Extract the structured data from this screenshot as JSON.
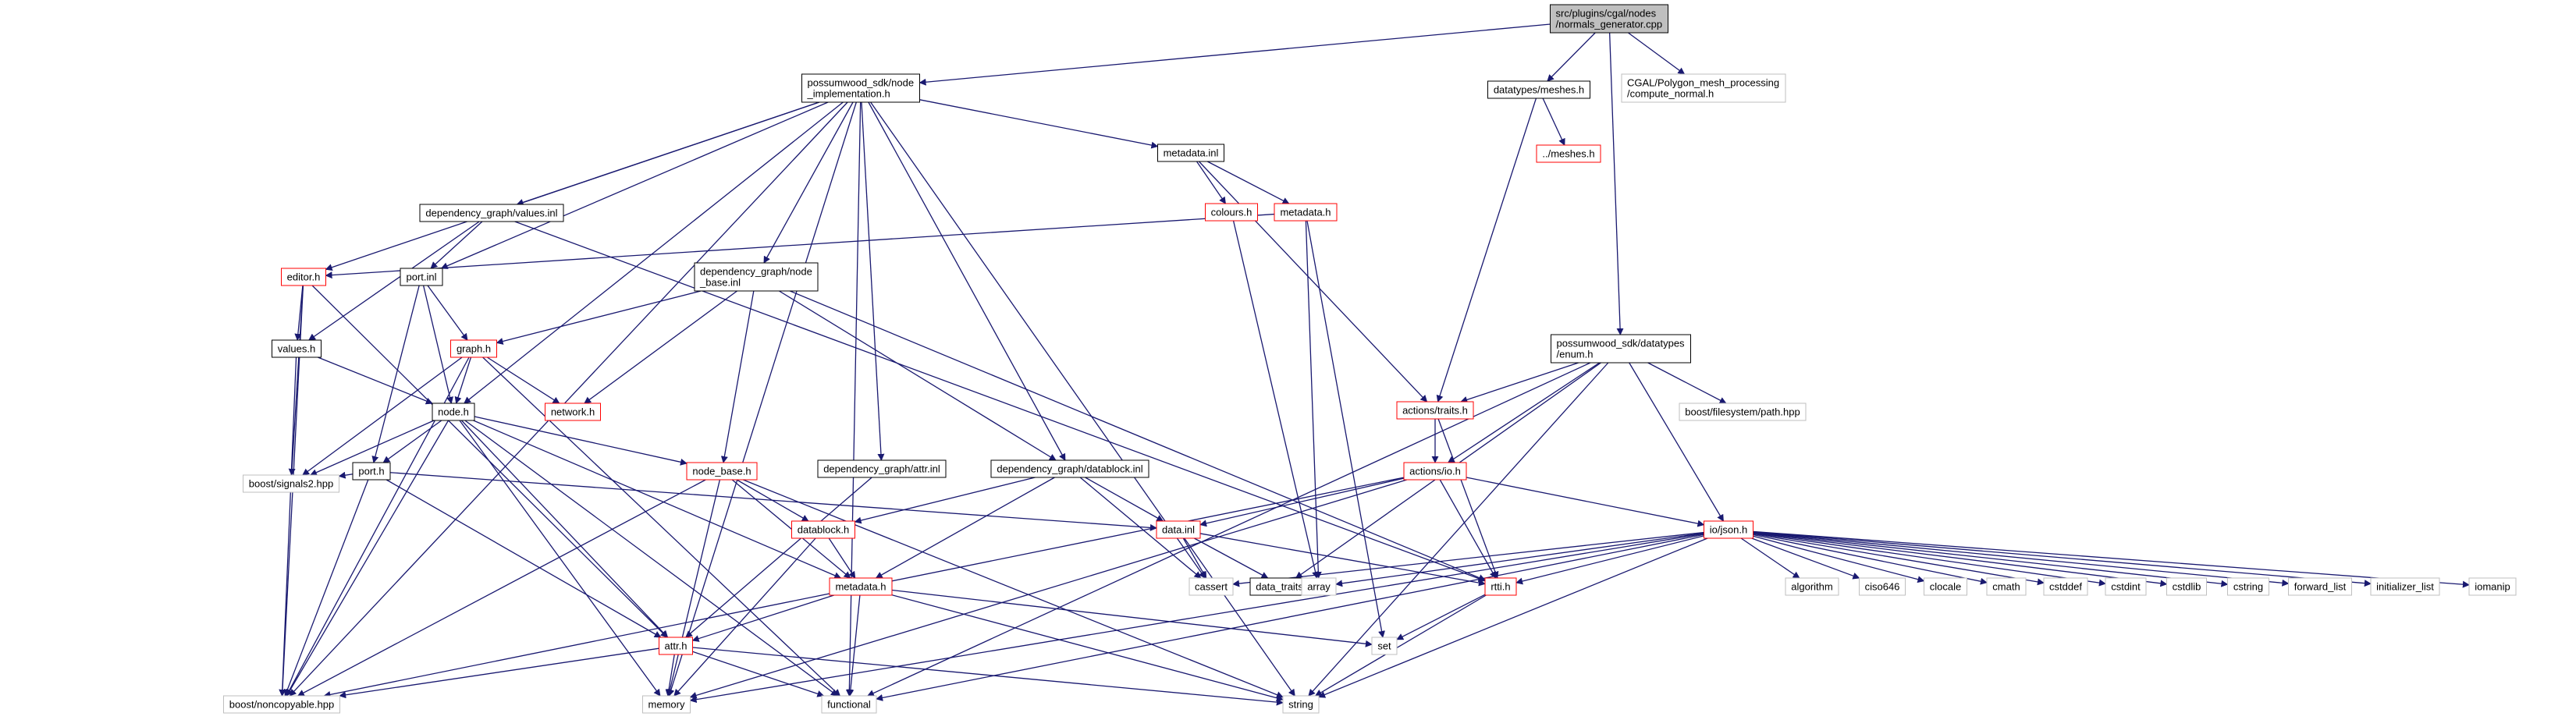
{
  "diagram": {
    "type": "include-dependency-graph",
    "colors": {
      "edge": "#191970",
      "node_root_fill": "#bfbfbf",
      "node_border_documented": "#000000",
      "node_border_incomplete": "#ff0000",
      "node_border_external": "#bfbfbf",
      "node_fill": "#ffffff"
    },
    "nodes": [
      {
        "id": "root",
        "lines": [
          "src/plugins/cgal/nodes",
          "/normals_generator.cpp"
        ],
        "style": "root"
      },
      {
        "id": "nodeimpl",
        "lines": [
          "possumwood_sdk/node",
          "_implementation.h"
        ],
        "style": "doc"
      },
      {
        "id": "dt_meshes",
        "lines": [
          "datatypes/meshes.h"
        ],
        "style": "doc"
      },
      {
        "id": "cgal_norm",
        "lines": [
          "CGAL/Polygon_mesh_processing",
          "/compute_normal.h"
        ],
        "style": "ext"
      },
      {
        "id": "meshes_up",
        "lines": [
          "../meshes.h"
        ],
        "style": "inc"
      },
      {
        "id": "metadata_inl",
        "lines": [
          "metadata.inl"
        ],
        "style": "doc"
      },
      {
        "id": "colours",
        "lines": [
          "colours.h"
        ],
        "style": "inc"
      },
      {
        "id": "metadata_h",
        "lines": [
          "metadata.h"
        ],
        "style": "inc"
      },
      {
        "id": "dg_values",
        "lines": [
          "dependency_graph/values.inl"
        ],
        "style": "doc"
      },
      {
        "id": "editor",
        "lines": [
          "editor.h"
        ],
        "style": "inc"
      },
      {
        "id": "port_inl",
        "lines": [
          "port.inl"
        ],
        "style": "doc"
      },
      {
        "id": "dg_nodebase",
        "lines": [
          "dependency_graph/node",
          "_base.inl"
        ],
        "style": "doc"
      },
      {
        "id": "enum_h",
        "lines": [
          "possumwood_sdk/datatypes",
          "/enum.h"
        ],
        "style": "doc"
      },
      {
        "id": "values_h",
        "lines": [
          "values.h"
        ],
        "style": "doc"
      },
      {
        "id": "graph_h",
        "lines": [
          "graph.h"
        ],
        "style": "inc"
      },
      {
        "id": "actions_traits",
        "lines": [
          "actions/traits.h"
        ],
        "style": "inc"
      },
      {
        "id": "boost_fs",
        "lines": [
          "boost/filesystem/path.hpp"
        ],
        "style": "ext"
      },
      {
        "id": "network",
        "lines": [
          "network.h"
        ],
        "style": "inc"
      },
      {
        "id": "node_h",
        "lines": [
          "node.h"
        ],
        "style": "doc"
      },
      {
        "id": "port_h",
        "lines": [
          "port.h"
        ],
        "style": "doc"
      },
      {
        "id": "node_base",
        "lines": [
          "node_base.h"
        ],
        "style": "inc"
      },
      {
        "id": "dg_attr",
        "lines": [
          "dependency_graph/attr.inl"
        ],
        "style": "doc"
      },
      {
        "id": "dg_datablock",
        "lines": [
          "dependency_graph/datablock.inl"
        ],
        "style": "doc"
      },
      {
        "id": "actions_io",
        "lines": [
          "actions/io.h"
        ],
        "style": "inc"
      },
      {
        "id": "boost_signals",
        "lines": [
          "boost/signals2.hpp"
        ],
        "style": "ext"
      },
      {
        "id": "datablock_h",
        "lines": [
          "datablock.h"
        ],
        "style": "inc"
      },
      {
        "id": "data_inl",
        "lines": [
          "data.inl"
        ],
        "style": "inc"
      },
      {
        "id": "io_json",
        "lines": [
          "io/json.h"
        ],
        "style": "inc"
      },
      {
        "id": "metadata_h2",
        "lines": [
          "metadata.h"
        ],
        "style": "inc"
      },
      {
        "id": "cassert",
        "lines": [
          "cassert"
        ],
        "style": "ext"
      },
      {
        "id": "data_traits",
        "lines": [
          "data_traits.h"
        ],
        "style": "doc"
      },
      {
        "id": "array",
        "lines": [
          "array"
        ],
        "style": "ext"
      },
      {
        "id": "rtti",
        "lines": [
          "rtti.h"
        ],
        "style": "inc"
      },
      {
        "id": "algorithm",
        "lines": [
          "algorithm"
        ],
        "style": "ext"
      },
      {
        "id": "ciso646",
        "lines": [
          "ciso646"
        ],
        "style": "ext"
      },
      {
        "id": "clocale",
        "lines": [
          "clocale"
        ],
        "style": "ext"
      },
      {
        "id": "cmath",
        "lines": [
          "cmath"
        ],
        "style": "ext"
      },
      {
        "id": "cstddef",
        "lines": [
          "cstddef"
        ],
        "style": "ext"
      },
      {
        "id": "cstdint",
        "lines": [
          "cstdint"
        ],
        "style": "ext"
      },
      {
        "id": "cstdlib",
        "lines": [
          "cstdlib"
        ],
        "style": "ext"
      },
      {
        "id": "cstring",
        "lines": [
          "cstring"
        ],
        "style": "ext"
      },
      {
        "id": "forward_list",
        "lines": [
          "forward_list"
        ],
        "style": "ext"
      },
      {
        "id": "initializer_list",
        "lines": [
          "initializer_list"
        ],
        "style": "ext"
      },
      {
        "id": "iomanip",
        "lines": [
          "iomanip"
        ],
        "style": "ext"
      },
      {
        "id": "set",
        "lines": [
          "set"
        ],
        "style": "ext"
      },
      {
        "id": "attr_h",
        "lines": [
          "attr.h"
        ],
        "style": "inc"
      },
      {
        "id": "boost_noncopy",
        "lines": [
          "boost/noncopyable.hpp"
        ],
        "style": "ext"
      },
      {
        "id": "memory",
        "lines": [
          "memory"
        ],
        "style": "ext"
      },
      {
        "id": "functional",
        "lines": [
          "functional"
        ],
        "style": "ext"
      },
      {
        "id": "string",
        "lines": [
          "string"
        ],
        "style": "ext"
      }
    ],
    "edges": [
      [
        "root",
        "nodeimpl"
      ],
      [
        "root",
        "dt_meshes"
      ],
      [
        "root",
        "cgal_norm"
      ],
      [
        "root",
        "enum_h"
      ],
      [
        "dt_meshes",
        "meshes_up"
      ],
      [
        "dt_meshes",
        "actions_traits"
      ],
      [
        "nodeimpl",
        "metadata_inl"
      ],
      [
        "nodeimpl",
        "dg_values"
      ],
      [
        "nodeimpl",
        "editor"
      ],
      [
        "nodeimpl",
        "port_inl"
      ],
      [
        "nodeimpl",
        "dg_nodebase"
      ],
      [
        "nodeimpl",
        "node_h"
      ],
      [
        "nodeimpl",
        "dg_attr"
      ],
      [
        "nodeimpl",
        "dg_datablock"
      ],
      [
        "nodeimpl",
        "functional"
      ],
      [
        "nodeimpl",
        "boost_noncopy"
      ],
      [
        "nodeimpl",
        "memory"
      ],
      [
        "nodeimpl",
        "cassert"
      ],
      [
        "metadata_inl",
        "colours"
      ],
      [
        "metadata_inl",
        "metadata_h"
      ],
      [
        "metadata_inl",
        "actions_traits"
      ],
      [
        "metadata_h",
        "editor"
      ],
      [
        "metadata_h",
        "array"
      ],
      [
        "metadata_h",
        "set"
      ],
      [
        "colours",
        "array"
      ],
      [
        "dg_values",
        "values_h"
      ],
      [
        "dg_values",
        "port_inl"
      ],
      [
        "dg_values",
        "rtti"
      ],
      [
        "editor",
        "values_h"
      ],
      [
        "editor",
        "boost_signals"
      ],
      [
        "editor",
        "boost_noncopy"
      ],
      [
        "editor",
        "attr_h"
      ],
      [
        "port_inl",
        "graph_h"
      ],
      [
        "port_inl",
        "node_h"
      ],
      [
        "port_inl",
        "port_h"
      ],
      [
        "dg_nodebase",
        "graph_h"
      ],
      [
        "dg_nodebase",
        "network"
      ],
      [
        "dg_nodebase",
        "node_base"
      ],
      [
        "dg_nodebase",
        "dg_datablock"
      ],
      [
        "dg_nodebase",
        "rtti"
      ],
      [
        "values_h",
        "node_h"
      ],
      [
        "values_h",
        "boost_noncopy"
      ],
      [
        "graph_h",
        "network"
      ],
      [
        "graph_h",
        "node_h"
      ],
      [
        "graph_h",
        "boost_signals"
      ],
      [
        "graph_h",
        "boost_noncopy"
      ],
      [
        "graph_h",
        "functional"
      ],
      [
        "node_h",
        "port_h"
      ],
      [
        "node_h",
        "node_base"
      ],
      [
        "node_h",
        "boost_signals"
      ],
      [
        "node_h",
        "boost_noncopy"
      ],
      [
        "node_h",
        "attr_h"
      ],
      [
        "node_h",
        "memory"
      ],
      [
        "node_h",
        "functional"
      ],
      [
        "node_h",
        "metadata_h2"
      ],
      [
        "port_h",
        "boost_signals"
      ],
      [
        "port_h",
        "boost_noncopy"
      ],
      [
        "port_h",
        "attr_h"
      ],
      [
        "port_h",
        "data_inl"
      ],
      [
        "node_base",
        "datablock_h"
      ],
      [
        "node_base",
        "metadata_h2"
      ],
      [
        "node_base",
        "memory"
      ],
      [
        "node_base",
        "string"
      ],
      [
        "node_base",
        "boost_noncopy"
      ],
      [
        "dg_attr",
        "attr_h"
      ],
      [
        "dg_datablock",
        "datablock_h"
      ],
      [
        "dg_datablock",
        "data_inl"
      ],
      [
        "dg_datablock",
        "cassert"
      ],
      [
        "dg_datablock",
        "metadata_h2"
      ],
      [
        "datablock_h",
        "metadata_h2"
      ],
      [
        "datablock_h",
        "memory"
      ],
      [
        "data_inl",
        "cassert"
      ],
      [
        "data_inl",
        "data_traits"
      ],
      [
        "data_inl",
        "rtti"
      ],
      [
        "data_inl",
        "string"
      ],
      [
        "enum_h",
        "actions_traits"
      ],
      [
        "enum_h",
        "boost_fs"
      ],
      [
        "enum_h",
        "actions_io"
      ],
      [
        "enum_h",
        "io_json"
      ],
      [
        "enum_h",
        "data_traits"
      ],
      [
        "enum_h",
        "string"
      ],
      [
        "enum_h",
        "functional"
      ],
      [
        "actions_traits",
        "actions_io"
      ],
      [
        "actions_traits",
        "rtti"
      ],
      [
        "actions_io",
        "data_inl"
      ],
      [
        "actions_io",
        "rtti"
      ],
      [
        "actions_io",
        "io_json"
      ],
      [
        "actions_io",
        "boost_noncopy"
      ],
      [
        "actions_io",
        "memory"
      ],
      [
        "io_json",
        "cassert"
      ],
      [
        "io_json",
        "array"
      ],
      [
        "io_json",
        "algorithm"
      ],
      [
        "io_json",
        "ciso646"
      ],
      [
        "io_json",
        "clocale"
      ],
      [
        "io_json",
        "cmath"
      ],
      [
        "io_json",
        "cstddef"
      ],
      [
        "io_json",
        "cstdint"
      ],
      [
        "io_json",
        "cstdlib"
      ],
      [
        "io_json",
        "cstring"
      ],
      [
        "io_json",
        "forward_list"
      ],
      [
        "io_json",
        "initializer_list"
      ],
      [
        "io_json",
        "iomanip"
      ],
      [
        "io_json",
        "rtti"
      ],
      [
        "io_json",
        "string"
      ],
      [
        "io_json",
        "memory"
      ],
      [
        "io_json",
        "functional"
      ],
      [
        "rtti",
        "set"
      ],
      [
        "rtti",
        "string"
      ],
      [
        "metadata_h2",
        "attr_h"
      ],
      [
        "metadata_h2",
        "set"
      ],
      [
        "metadata_h2",
        "functional"
      ],
      [
        "metadata_h2",
        "string"
      ],
      [
        "attr_h",
        "boost_noncopy"
      ],
      [
        "attr_h",
        "memory"
      ],
      [
        "attr_h",
        "functional"
      ],
      [
        "attr_h",
        "string"
      ]
    ]
  }
}
